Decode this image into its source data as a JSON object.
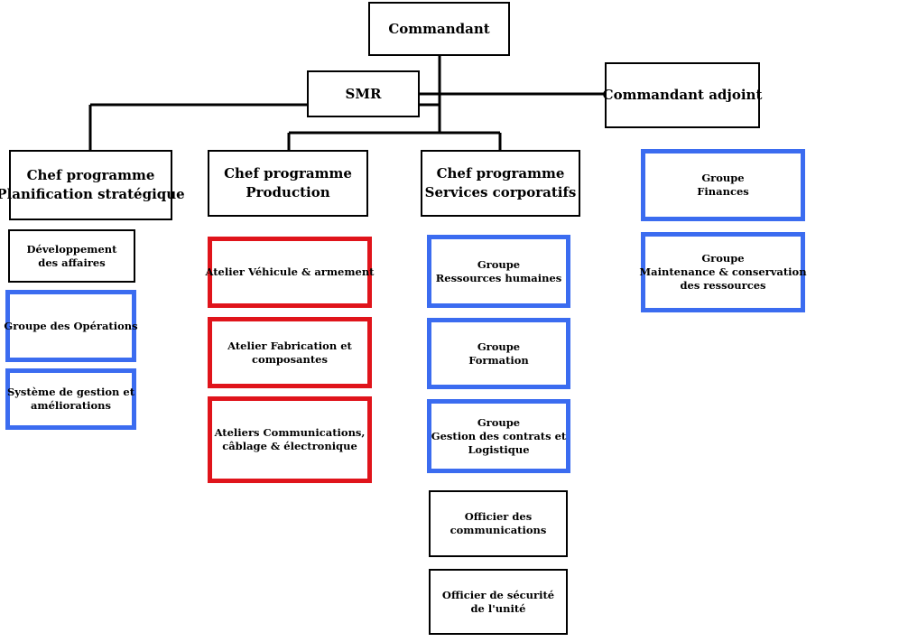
{
  "colors": {
    "line": "#000000",
    "blue": "#3b6cf0",
    "red": "#e0141b"
  },
  "top": {
    "commandant": [
      "Commandant"
    ],
    "smr": [
      "SMR"
    ],
    "adjoint": [
      "Commandant adjoint"
    ]
  },
  "chiefs": {
    "planification": [
      "Chef  programme",
      "Planification stratégique"
    ],
    "production": [
      "Chef  programme",
      "Production"
    ],
    "services": [
      "Chef  programme",
      "Services corporatifs"
    ]
  },
  "planification_units": [
    [
      "Développement",
      "des affaires"
    ],
    [
      "Groupe des Opérations"
    ],
    [
      "Système de gestion et",
      "améliorations"
    ]
  ],
  "production_units": [
    [
      "Atelier Véhicule & armement"
    ],
    [
      "Atelier Fabrication et",
      "composantes"
    ],
    [
      "Ateliers Communications,",
      "câblage & électronique"
    ]
  ],
  "services_units": [
    [
      "Groupe",
      "Ressources humaines"
    ],
    [
      "Groupe",
      "Formation"
    ],
    [
      "Groupe",
      "Gestion des contrats et",
      "Logistique"
    ],
    [
      "Officier des",
      "communications"
    ],
    [
      "Officier de sécurité",
      "de l'unité"
    ]
  ],
  "adjoint_units": [
    [
      "Groupe",
      "Finances"
    ],
    [
      "Groupe",
      "Maintenance & conservation",
      "des ressources"
    ]
  ]
}
